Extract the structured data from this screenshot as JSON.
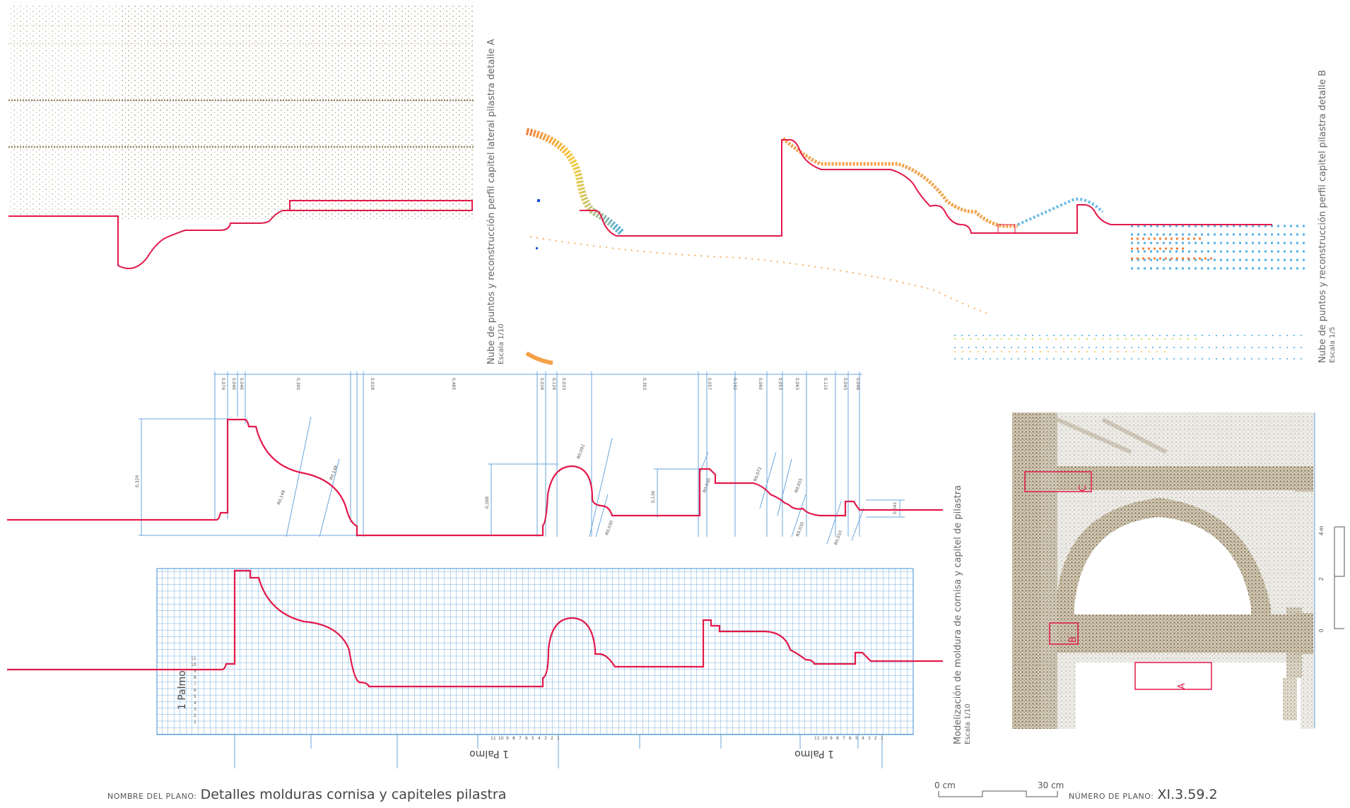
{
  "colors": {
    "profile": "#e3194a",
    "grid": "#3f8fd6",
    "dimension": "#6aa6df",
    "cloud_brown": "#7a6840",
    "cloud_hot": "#f26a1b",
    "cloud_cold": "#35a3e0"
  },
  "panels": {
    "detail_a": {
      "title": "Nube de puntos y reconstrucción perfil capitel lateral pilastra detalle A",
      "scale": "Escala 1/10"
    },
    "detail_b": {
      "title": "Nube de puntos y reconstrucción perfil capitel pilastra detalle B",
      "scale": "Escala 1/5"
    },
    "model": {
      "title": "Modelización de moldura de cornisa y capitel de pilastra",
      "scale": "Escala 1/10"
    }
  },
  "dimensions": {
    "top": [
      "0,074",
      "0,040",
      "0,300",
      "0,028",
      "0,485",
      "0,124",
      "0,033",
      "0,303",
      "0,057",
      "0,102",
      "0,060",
      "0,053",
      "0,063",
      "0,110",
      "0,043",
      "0,048"
    ],
    "vertical": [
      "0,329",
      "0,288",
      "0,136",
      "0,042"
    ],
    "radii": [
      "R0,148",
      "R0,148",
      "R0,092",
      "R0,030",
      "R0,030",
      "R0,072",
      "R0,055",
      "R0,030",
      "R0,010"
    ]
  },
  "grid": {
    "palmo_label": "1 Palmo",
    "ticks": [
      "1",
      "2",
      "3",
      "4",
      "5",
      "6",
      "7",
      "8",
      "9",
      "10",
      "11"
    ]
  },
  "elevation": {
    "markers": [
      "A",
      "B",
      "C"
    ],
    "scale_labels": [
      "0",
      "2",
      "4 m"
    ]
  },
  "scale_bar": {
    "start": "0 cm",
    "end": "30 cm"
  },
  "footer": {
    "name_label": "NOMBRE DEL PLANO:",
    "name_value": "Detalles molduras cornisa y capiteles pilastra",
    "number_label": "NÚMERO DE PLANO:",
    "number_value": "XI.3.59.2"
  }
}
